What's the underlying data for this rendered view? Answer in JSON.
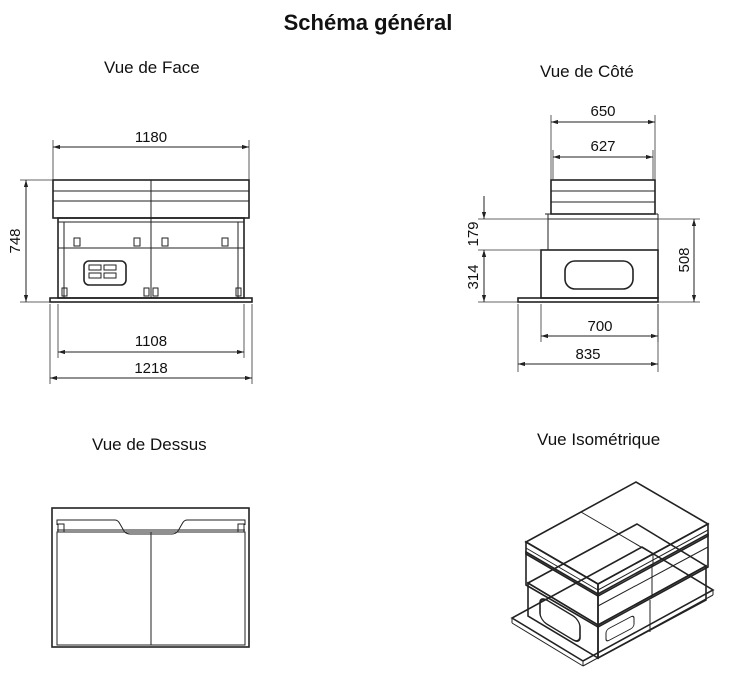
{
  "title": "Schéma général",
  "views": {
    "front": {
      "label": "Vue de Face",
      "dims": {
        "top_width": "1180",
        "height": "748",
        "inner_width": "1108",
        "base_width": "1218"
      }
    },
    "side": {
      "label": "Vue de Côté",
      "dims": {
        "top_outer": "650",
        "top_inner": "627",
        "upper_height": "179",
        "lower_height": "314",
        "total_height": "508",
        "inner_width": "700",
        "base_width": "835"
      }
    },
    "top": {
      "label": "Vue de Dessus"
    },
    "iso": {
      "label": "Vue Isométrique"
    }
  }
}
